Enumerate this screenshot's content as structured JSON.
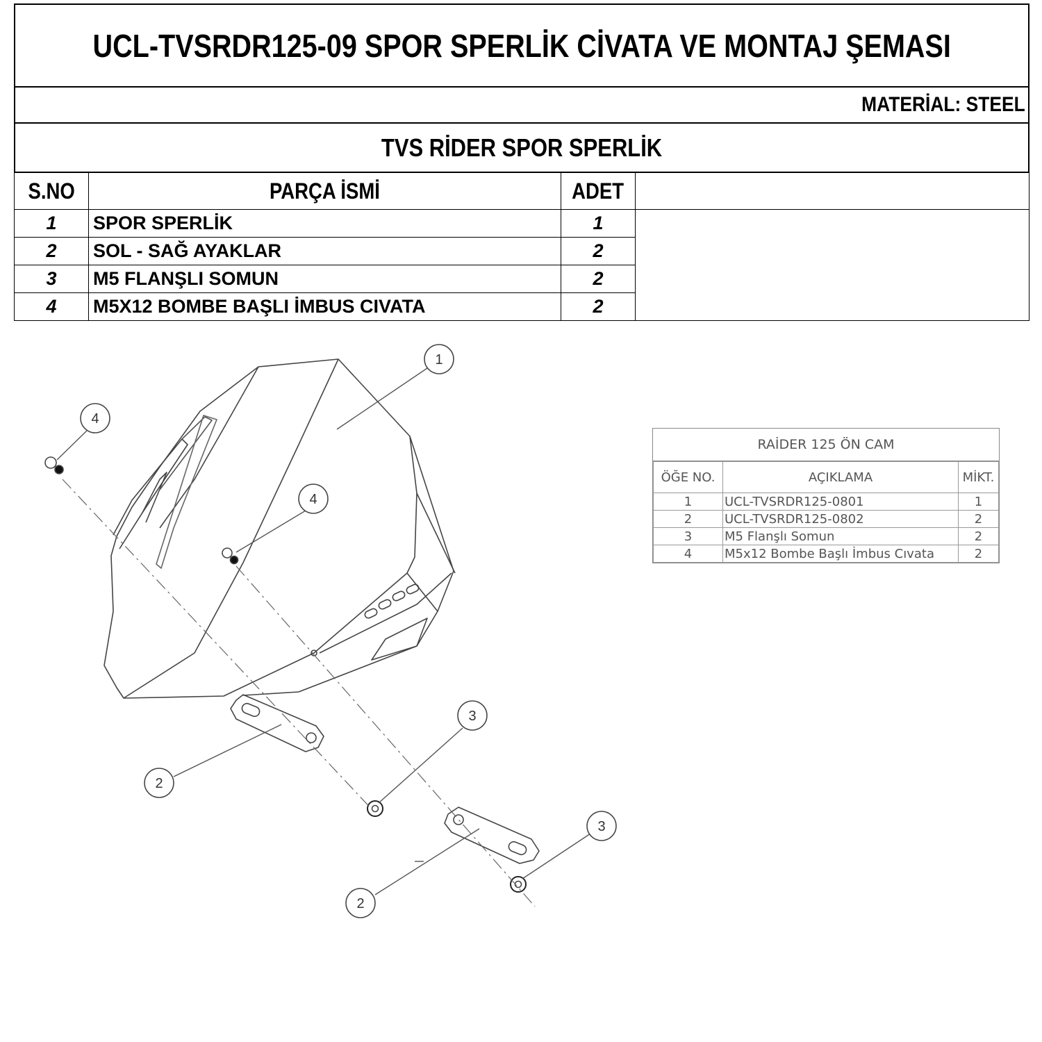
{
  "header": {
    "title": "UCL-TVSRDR125-09 SPOR SPERLİK  CİVATA VE MONTAJ ŞEMASI",
    "material": "MATERİAL: STEEL",
    "subtitle": "TVS RİDER SPOR SPERLİK"
  },
  "parts_table": {
    "columns": [
      "S.NO",
      "PARÇA İSMİ",
      "ADET"
    ],
    "rows": [
      {
        "no": "1",
        "name": "SPOR SPERLİK",
        "qty": "1"
      },
      {
        "no": "2",
        "name": "SOL - SAĞ AYAKLAR",
        "qty": "2"
      },
      {
        "no": "3",
        "name": "M5 FLANŞLI SOMUN",
        "qty": "2"
      },
      {
        "no": "4",
        "name": "M5X12 BOMBE BAŞLI İMBUS CIVATA",
        "qty": "2"
      }
    ]
  },
  "bom": {
    "title": "RAİDER 125 ÖN CAM",
    "columns": [
      "ÖĞE NO.",
      "AÇIKLAMA",
      "MİKT."
    ],
    "rows": [
      {
        "no": "1",
        "desc": "UCL-TVSRDR125-0801",
        "qty": "1"
      },
      {
        "no": "2",
        "desc": "UCL-TVSRDR125-0802",
        "qty": "2"
      },
      {
        "no": "3",
        "desc": "M5 Flanşlı Somun",
        "qty": "2"
      },
      {
        "no": "4",
        "desc": "M5x12 Bombe Başlı İmbus Cıvata",
        "qty": "2"
      }
    ]
  },
  "callouts": [
    "1",
    "4",
    "4",
    "3",
    "2",
    "3",
    "2"
  ]
}
